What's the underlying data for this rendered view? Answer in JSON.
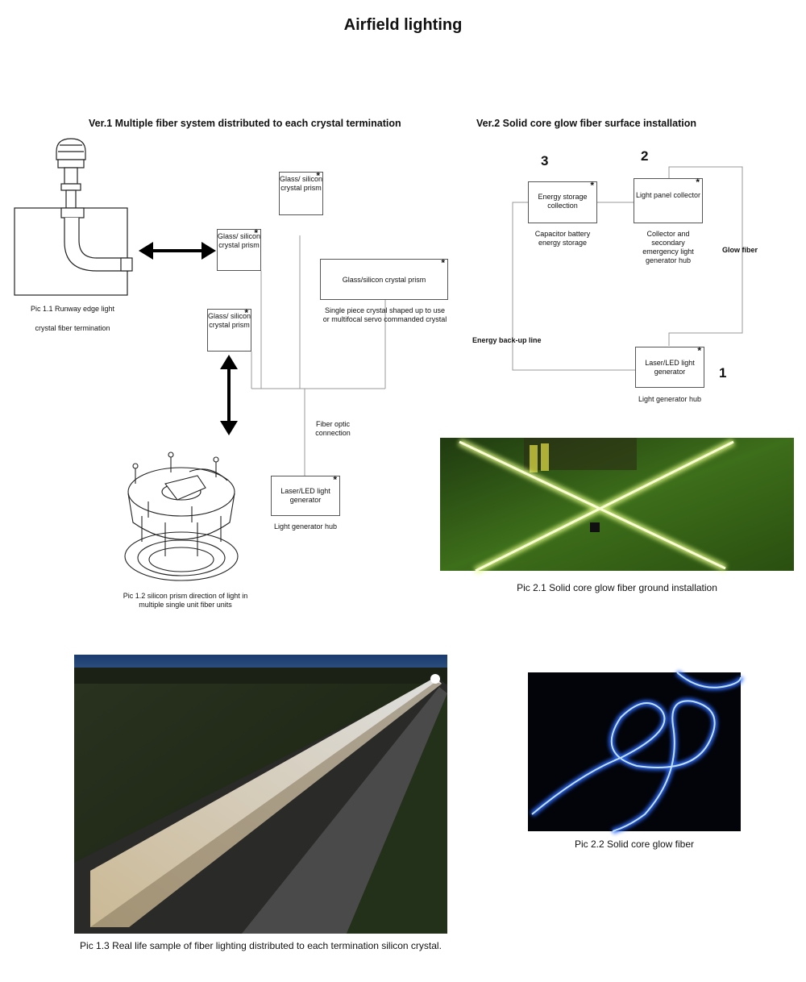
{
  "page": {
    "title": "Airfield lighting"
  },
  "ver1": {
    "heading": "Ver.1 Multiple fiber system distributed to each crystal termination",
    "prism_top": "Glass/ silicon crystal prism",
    "prism_mid": "Glass/ silicon crystal prism",
    "prism_low": "Glass/ silicon crystal prism",
    "prism_wide": "Glass/silicon crystal prism",
    "prism_wide_caption": "Single piece crystal shaped up to use or multifocal servo commanded crystal",
    "fiber_label": "Fiber optic connection",
    "generator": "Laser/LED light generator",
    "generator_caption": "Light generator hub",
    "star": "*",
    "pic11_line1": "Pic 1.1 Runway edge light",
    "pic11_line2": "crystal fiber termination",
    "pic12": "Pic 1.2 silicon prism direction of light in multiple single unit fiber units",
    "pic13": "Pic 1.3 Real life sample of fiber lighting distributed to each termination silicon crystal."
  },
  "ver2": {
    "heading": "Ver.2 Solid core glow fiber surface installation",
    "num3": "3",
    "num2": "2",
    "num1": "1",
    "storage": "Energy storage collection",
    "storage_caption": "Capacitor battery energy storage",
    "panel": "Light panel collector",
    "panel_caption": "Collector and secondary emergency light generator hub",
    "glow_fiber": "Glow fiber",
    "backup_line": "Energy back-up line",
    "generator": "Laser/LED light generator",
    "generator_caption": "Light generator hub",
    "pic21": "Pic 2.1 Solid core glow fiber ground installation",
    "pic22": "Pic 2.2 Solid core glow fiber"
  }
}
